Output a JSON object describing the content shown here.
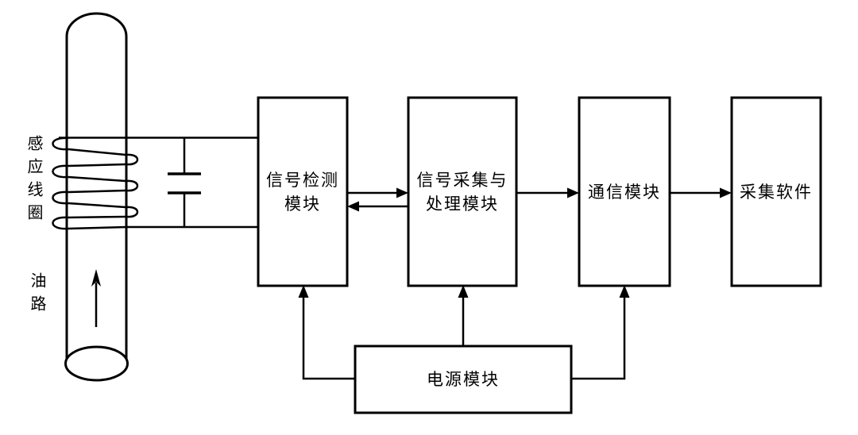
{
  "pipe": {
    "coil_label": "感应线圈",
    "oil_label": "油路"
  },
  "modules": {
    "detection": {
      "line1": "信号检测",
      "line2": "模块"
    },
    "acquisition": {
      "line1": "信号采集与",
      "line2": "处理模块"
    },
    "communication": {
      "label": "通信模块"
    },
    "software": {
      "label": "采集软件"
    },
    "power": {
      "label": "电源模块"
    }
  },
  "colors": {
    "line": "#000000",
    "background": "#ffffff"
  }
}
